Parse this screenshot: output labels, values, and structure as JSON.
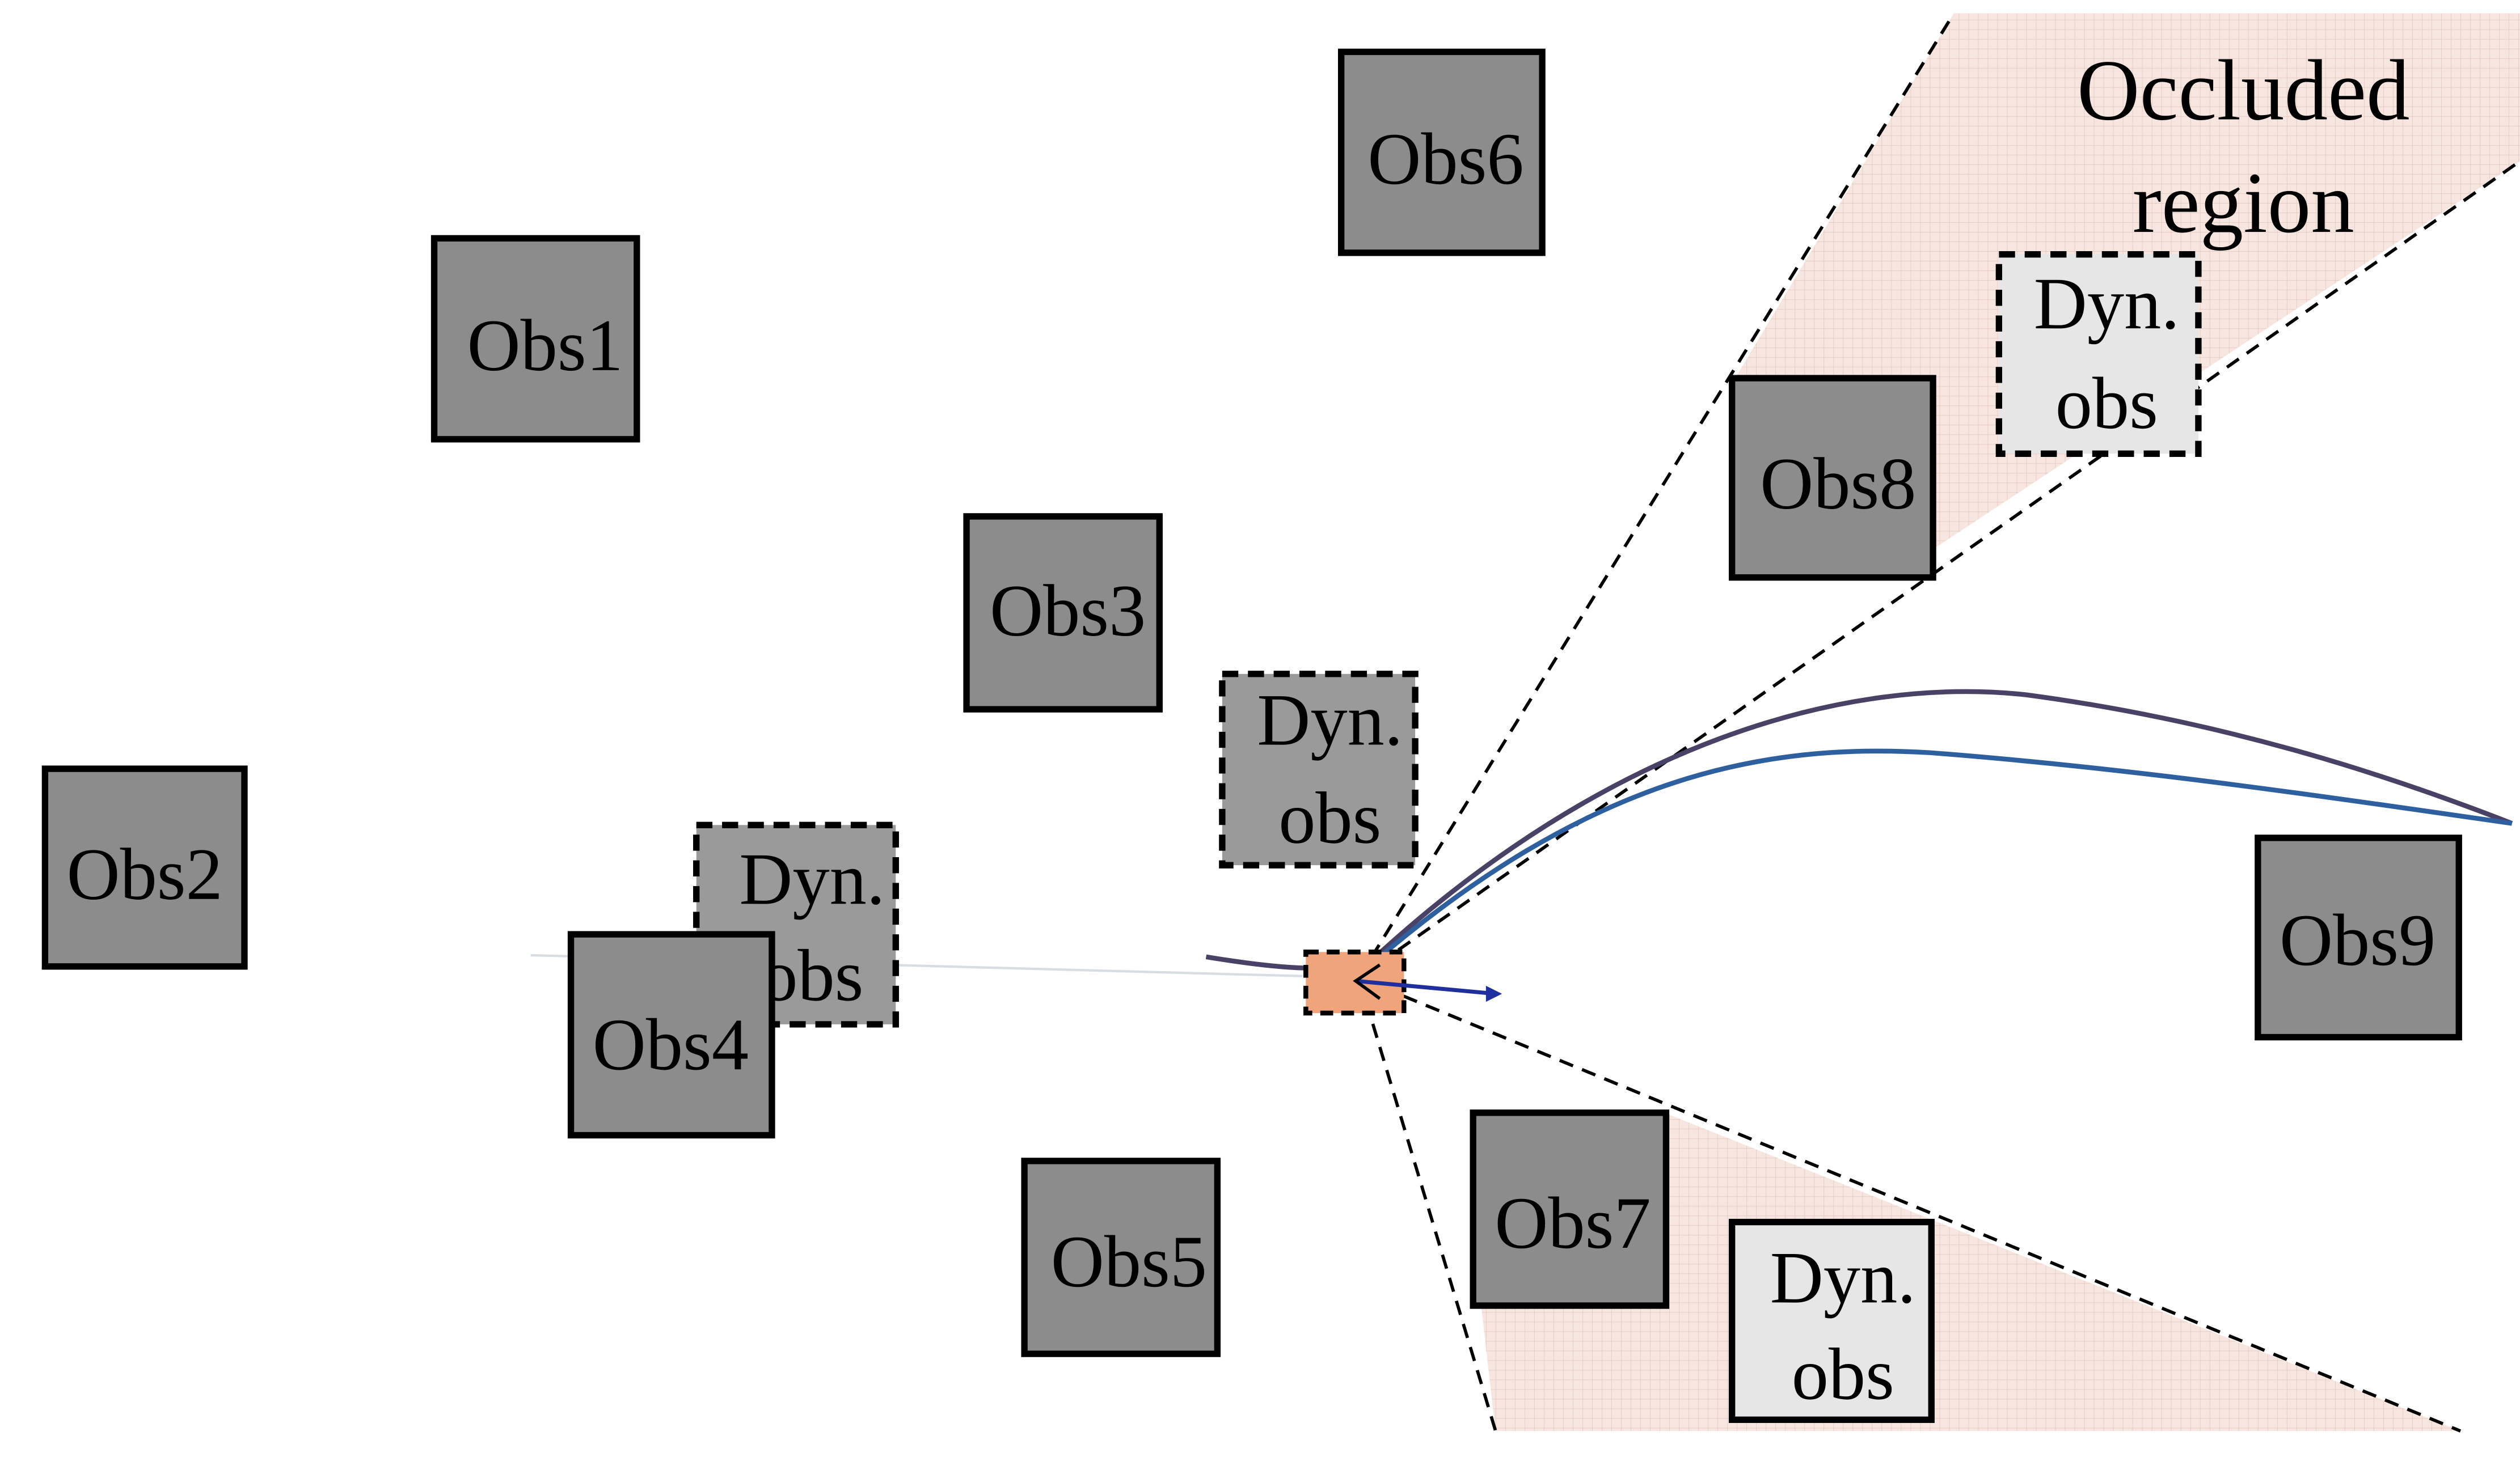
{
  "colors": {
    "background": "#ffffff",
    "static_obstacle": "#8c8c8c",
    "dynamic_obstacle_visible": "#9a9a9a",
    "dynamic_obstacle_occluded": "#e6e6e6",
    "occluded_region": "#f7e6e0",
    "occluded_grid": "#e3c9c0",
    "ego_vehicle": "#f0a47c",
    "trajectory_1": "#4a4266",
    "trajectory_2": "#2e5f9e",
    "heading_arrow": "#1f2f9e",
    "sensor_boundary": "#000000"
  },
  "occluded_region": {
    "label_line1": "Occluded",
    "label_line2": "region"
  },
  "static_obstacles": [
    {
      "label": "Obs1"
    },
    {
      "label": "Obs2"
    },
    {
      "label": "Obs3"
    },
    {
      "label": "Obs4"
    },
    {
      "label": "Obs5"
    },
    {
      "label": "Obs6"
    },
    {
      "label": "Obs7"
    },
    {
      "label": "Obs8"
    },
    {
      "label": "Obs9"
    }
  ],
  "dynamic_obstacles": [
    {
      "line1": "Dyn.",
      "line2": "obs"
    },
    {
      "line1": "Dyn.",
      "line2": "obs"
    },
    {
      "line1": "Dyn.",
      "line2": "obs"
    },
    {
      "line1": "Dyn.",
      "line2": "obs"
    }
  ]
}
